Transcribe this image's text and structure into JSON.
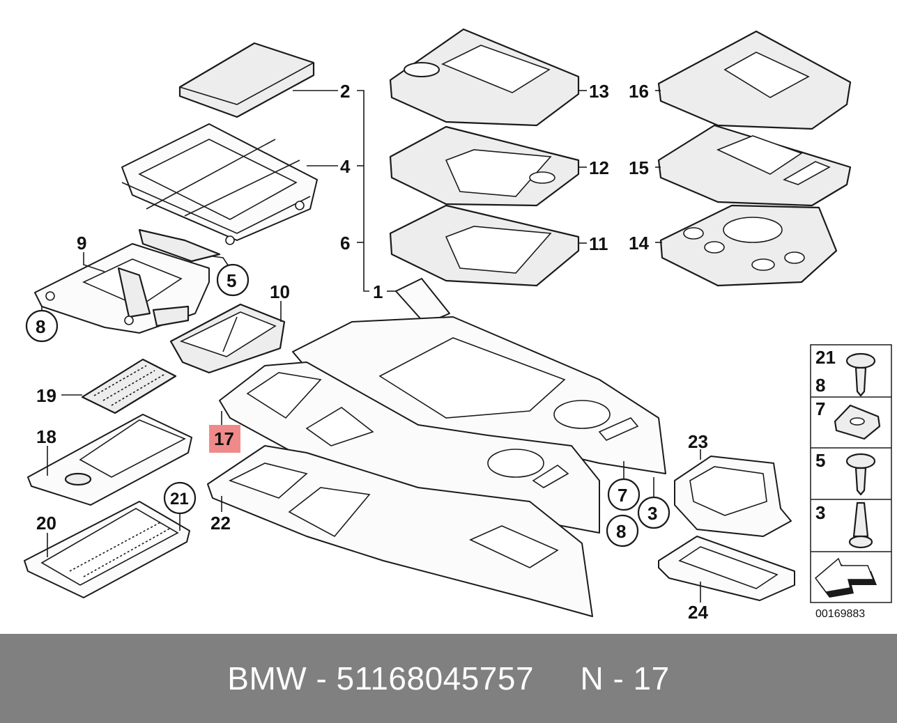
{
  "diagram": {
    "labels": {
      "p1": "1",
      "p2": "2",
      "p3": "3",
      "p4": "4",
      "p5": "5",
      "p6": "6",
      "p7": "7",
      "p8": "8",
      "p9": "9",
      "p10": "10",
      "p11": "11",
      "p12": "12",
      "p13": "13",
      "p14": "14",
      "p15": "15",
      "p16": "16",
      "p17": "17",
      "p18": "18",
      "p19": "19",
      "p20": "20",
      "p21": "21",
      "p22": "22",
      "p23": "23",
      "p24": "24"
    },
    "circled": {
      "c5": "5",
      "c8a": "8",
      "c7": "7",
      "c3": "3",
      "c8b": "8",
      "c21": "21"
    },
    "hardware_panel": {
      "r1a": "21",
      "r1b": "8",
      "r2": "7",
      "r3": "5",
      "r4": "3"
    },
    "reference_number": "00169883",
    "highlight_color": "#f08a8a"
  },
  "footer": {
    "text": "BMW - 51168045757     N - 17",
    "background": "#808080"
  }
}
